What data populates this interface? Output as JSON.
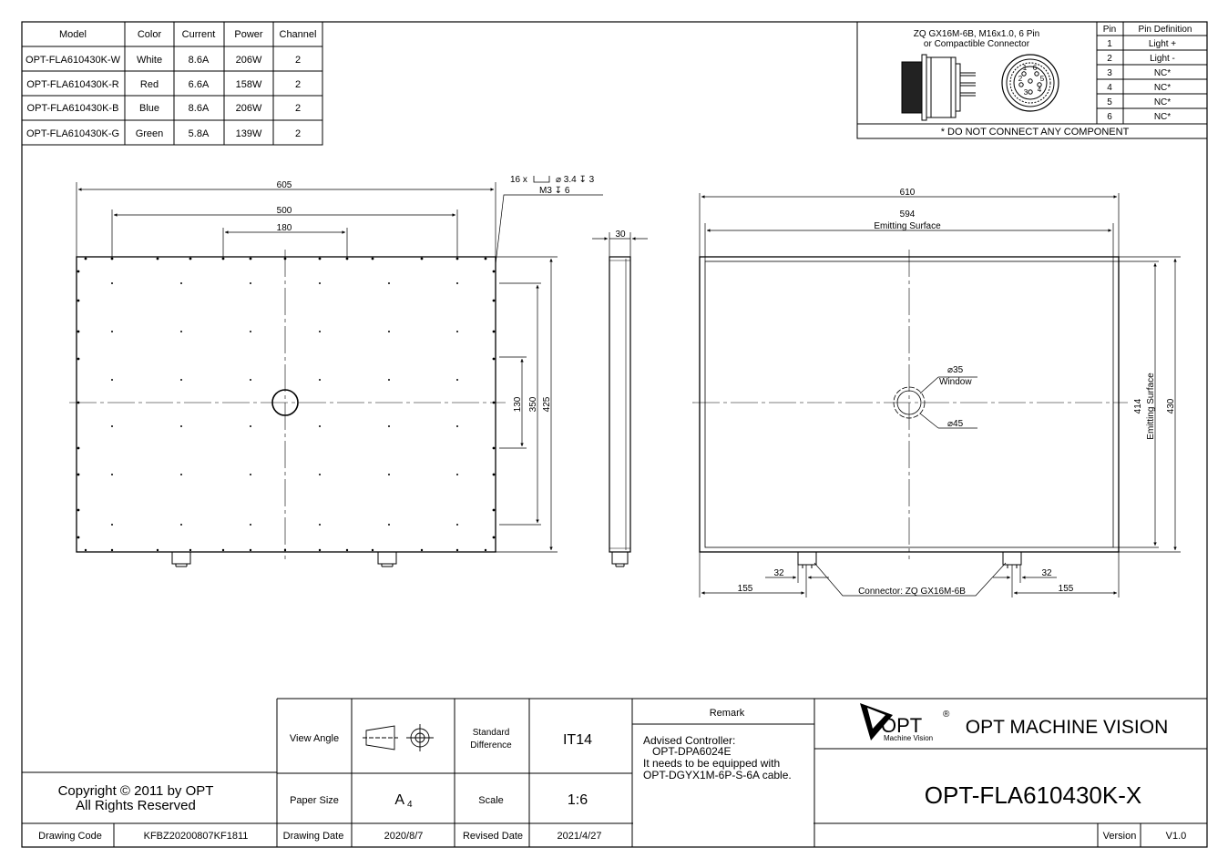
{
  "model_table": {
    "headers": [
      "Model",
      "Color",
      "Current",
      "Power",
      "Channel"
    ],
    "rows": [
      [
        "OPT-FLA610430K-W",
        "White",
        "8.6A",
        "206W",
        "2"
      ],
      [
        "OPT-FLA610430K-R",
        "Red",
        "6.6A",
        "158W",
        "2"
      ],
      [
        "OPT-FLA610430K-B",
        "Blue",
        "8.6A",
        "206W",
        "2"
      ],
      [
        "OPT-FLA610430K-G",
        "Green",
        "5.8A",
        "139W",
        "2"
      ]
    ]
  },
  "connector_box": {
    "title_line1": "ZQ GX16M-6B, M16x1.0, 6 Pin",
    "title_line2": "or Compactible Connector",
    "pin_headers": [
      "Pin",
      "Pin Definition"
    ],
    "pins": [
      [
        "1",
        "Light +"
      ],
      [
        "2",
        "Light -"
      ],
      [
        "3",
        "NC*"
      ],
      [
        "4",
        "NC*"
      ],
      [
        "5",
        "NC*"
      ],
      [
        "6",
        "NC*"
      ]
    ],
    "pin_face_labels": [
      "1",
      "2",
      "3",
      "4",
      "5",
      "6"
    ],
    "footnote": "* DO NOT CONNECT ANY COMPONENT"
  },
  "front_view": {
    "dim_width_total": "605",
    "dim_width_mid": "500",
    "dim_width_center": "180",
    "dim_height_inner": "130",
    "dim_height_mid": "350",
    "dim_height_total": "425",
    "hole_note_line1": "16 x",
    "hole_note_cbore": "⌀ 3.4 ↧ 3",
    "hole_note_line2": "M3 ↧ 6"
  },
  "side_view": {
    "dim_thickness": "30"
  },
  "back_view": {
    "dim_width_total": "610",
    "dim_width_emit": "594",
    "emit_label": "Emitting Surface",
    "dim_height_emit": "414",
    "dim_height_total": "430",
    "emit_label_vertical": "Emitting Surface",
    "window_dia": "⌀35",
    "window_label": "Window",
    "outer_dia": "⌀45",
    "dim_conn_offset_left": "32",
    "dim_conn_edge_left": "155",
    "dim_conn_offset_right": "32",
    "dim_conn_edge_right": "155",
    "connector_callout": "Connector: ZQ GX16M-6B"
  },
  "title_block": {
    "copyright_line1": "Copyright © 2011 by OPT",
    "copyright_line2": "All Rights Reserved",
    "drawing_code_label": "Drawing Code",
    "drawing_code": "KFBZ20200807KF1811",
    "view_angle_label": "View Angle",
    "standard_diff_label_1": "Standard",
    "standard_diff_label_2": "Difference",
    "standard_diff_value": "IT14",
    "paper_size_label": "Paper Size",
    "paper_size_value": "A",
    "paper_size_sub": "4",
    "scale_label": "Scale",
    "scale_value": "1:6",
    "drawing_date_label": "Drawing Date",
    "drawing_date": "2020/8/7",
    "revised_date_label": "Revised Date",
    "revised_date": "2021/4/27",
    "remark_label": "Remark",
    "remark_lines": [
      "Advised Controller:",
      "   OPT-DPA6024E",
      "It needs to be equipped with",
      "OPT-DGYX1M-6P-S-6A cable."
    ],
    "logo_text": "OPT",
    "logo_reg": "®",
    "logo_sub": "Machine Vision",
    "company": "OPT MACHINE VISION",
    "part_number": "OPT-FLA610430K-X",
    "version_label": "Version",
    "version_value": "V1.0"
  }
}
